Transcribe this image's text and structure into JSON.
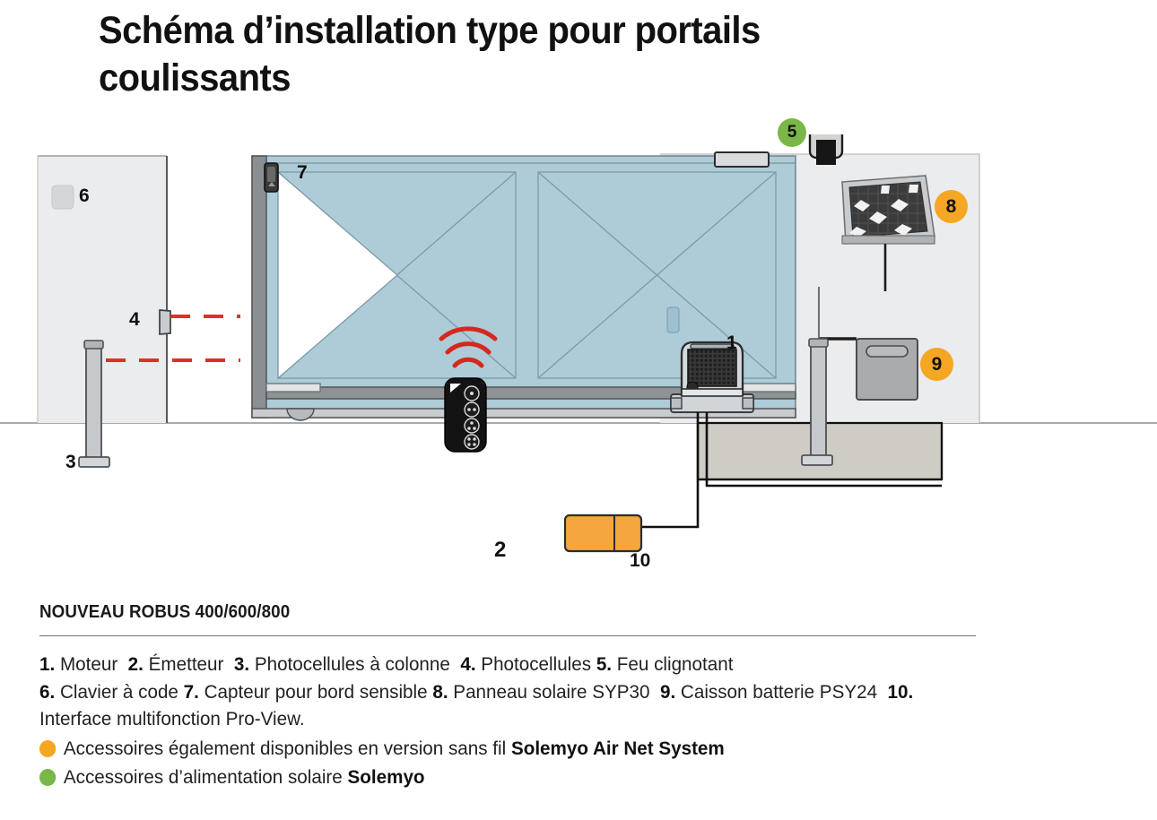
{
  "title": "Schéma d’installation type pour portails coulissants",
  "product_name": "NOUVEAU ROBUS 400/600/800",
  "colors": {
    "badge_orange": "#f5a623",
    "badge_green": "#7ab648",
    "gate_panel": "#aecbd8",
    "wall": "#ebecee",
    "driveway": "#cfccc6",
    "beam_red": "#e03024",
    "interface_orange": "#f5a63f",
    "metal_grey": "#a8a8a8",
    "dark": "#231f20"
  },
  "callouts": [
    {
      "id": "1",
      "label": "1",
      "style": "plain",
      "name": "callout-1-motor",
      "item": "Moteur"
    },
    {
      "id": "2",
      "label": "2",
      "style": "plain",
      "name": "callout-2-transmitter",
      "item": "Émetteur"
    },
    {
      "id": "3",
      "label": "3",
      "style": "plain",
      "name": "callout-3-column-photocells",
      "item": "Photocellules à colonne"
    },
    {
      "id": "4",
      "label": "4",
      "style": "plain",
      "name": "callout-4-photocells",
      "item": "Photocellules"
    },
    {
      "id": "5",
      "label": "5",
      "style": "green",
      "name": "callout-5-flashing-light",
      "item": "Feu clignotant"
    },
    {
      "id": "6",
      "label": "6",
      "style": "plain",
      "name": "callout-6-code-keypad",
      "item": "Clavier à code"
    },
    {
      "id": "7",
      "label": "7",
      "style": "plain",
      "name": "callout-7-edge-sensor",
      "item": "Capteur pour bord sensible"
    },
    {
      "id": "8",
      "label": "8",
      "style": "orange",
      "name": "callout-8-solar-panel",
      "item": "Panneau solaire SYP30"
    },
    {
      "id": "9",
      "label": "9",
      "style": "orange",
      "name": "callout-9-battery-box",
      "item": "Caisson batterie PSY24"
    },
    {
      "id": "10",
      "label": "10",
      "style": "plain",
      "name": "callout-10-proview",
      "item": "Interface multifonction Pro-View."
    }
  ],
  "legend": {
    "line1": [
      {
        "num": "1.",
        "text": "Moteur"
      },
      {
        "num": "2.",
        "text": "Émetteur"
      },
      {
        "num": "3.",
        "text": "Photocellules à colonne"
      },
      {
        "num": "4.",
        "text": "Photocellules"
      },
      {
        "num": "5.",
        "text": "Feu clignotant"
      }
    ],
    "line2": [
      {
        "num": "6.",
        "text": "Clavier à code"
      },
      {
        "num": "7.",
        "text": "Capteur pour bord sensible"
      },
      {
        "num": "8.",
        "text": "Panneau solaire SYP30"
      },
      {
        "num": "9.",
        "text": "Caisson batterie PSY24"
      },
      {
        "num": "10.",
        "text": "Interface multifonction Pro-View."
      }
    ],
    "bullet_orange_text": "Accessoires également disponibles en version sans fil ",
    "bullet_orange_bold": "Solemyo Air Net System",
    "bullet_green_text": "Accessoires d’alimentation solaire ",
    "bullet_green_bold": "Solemyo"
  },
  "diagram": {
    "parts": {
      "wall_left": "left-wall",
      "wall_right": "right-wall",
      "gate": "sliding-gate-leaf",
      "rack_rail": "gate-rack-rail",
      "wheel": "gate-wheel",
      "motor": "robus-motor-unit",
      "antenna_box": "antenna-receiver-box",
      "flashing_light": "flashing-light",
      "solar_panel": "solar-panel-syp30",
      "battery_box": "battery-box-psy24",
      "keypad": "code-keypad",
      "photocell_wall": "wall-photocell",
      "photocell_column_left": "photocell-column-left",
      "photocell_column_right": "photocell-column-right",
      "edge_sensor": "safety-edge-sensor",
      "remote": "remote-transmitter",
      "proview": "proview-interface",
      "beams": "infrared-beams",
      "cables": "wiring-cables",
      "driveway": "driveway-apron"
    }
  }
}
